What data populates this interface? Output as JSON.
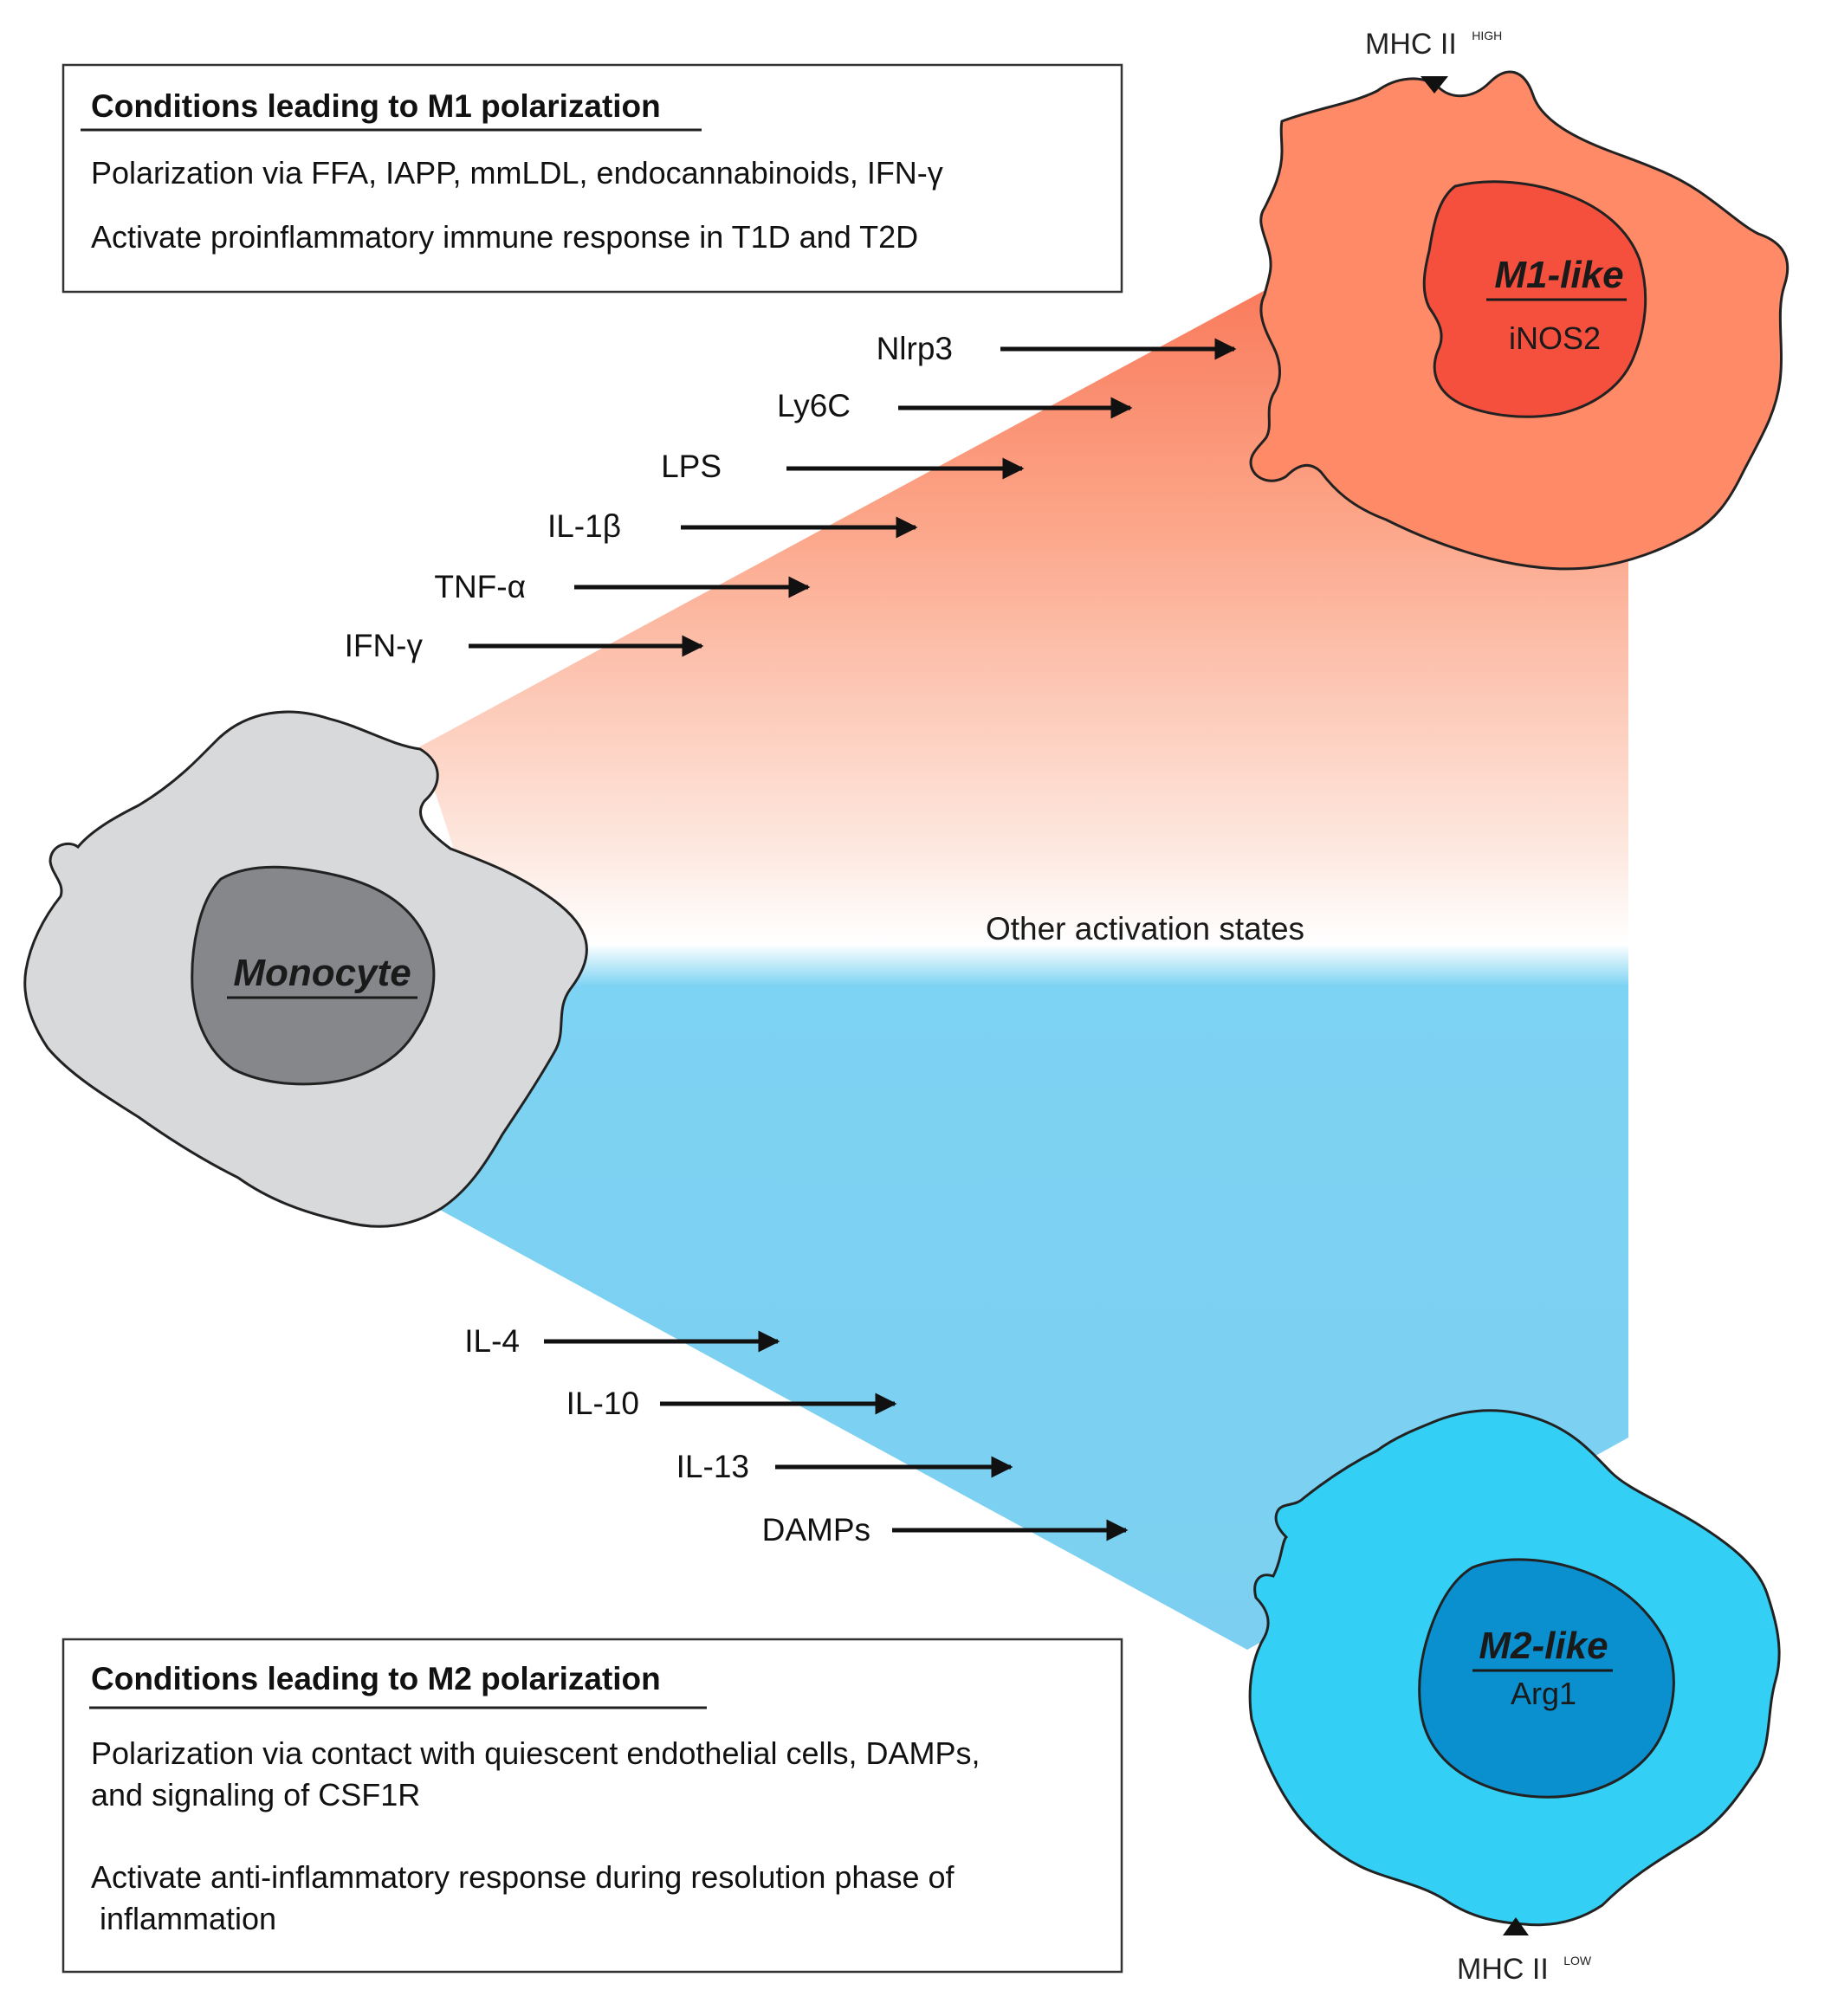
{
  "m1_box": {
    "title": "Conditions leading to M1 polarization",
    "lines": [
      "Polarization via FFA, IAPP, mmLDL, endocannabinoids, IFN-γ",
      "Activate proinflammatory immune response in T1D and T2D"
    ]
  },
  "m2_box": {
    "title": "Conditions leading to M2 polarization",
    "lines": [
      "Polarization via contact with quiescent endothelial cells, DAMPs,",
      "and signaling of CSF1R",
      "Activate anti-inflammatory response during resolution phase of",
      "inflammation"
    ]
  },
  "m1_stimuli": [
    "Nlrp3",
    "Ly6C",
    "LPS",
    "IL-1β",
    "TNF-α",
    "IFN-γ"
  ],
  "m2_stimuli": [
    "IL-4",
    "IL-10",
    "IL-13",
    "DAMPs"
  ],
  "cells": {
    "monocyte": {
      "name": "Monocyte"
    },
    "m1": {
      "name": "M1-like",
      "marker": "iNOS2"
    },
    "m2": {
      "name": "M2-like",
      "marker": "Arg1"
    }
  },
  "mhc": {
    "high": {
      "label": "MHC II",
      "sup": "HIGH"
    },
    "low": {
      "label": "MHC II",
      "sup": "LOW"
    }
  },
  "other_states": "Other activation states",
  "colors": {
    "m1_cell": "#ff8a68",
    "m1_nucleus": "#f5503e",
    "m2_cell": "#33cff5",
    "m2_nucleus": "#0a8fcf",
    "monocyte_cell": "#d8d9db",
    "monocyte_nucleus": "#85878b",
    "m1_gradient": "#f97b5c",
    "m2_gradient": "#7dd3f3"
  }
}
